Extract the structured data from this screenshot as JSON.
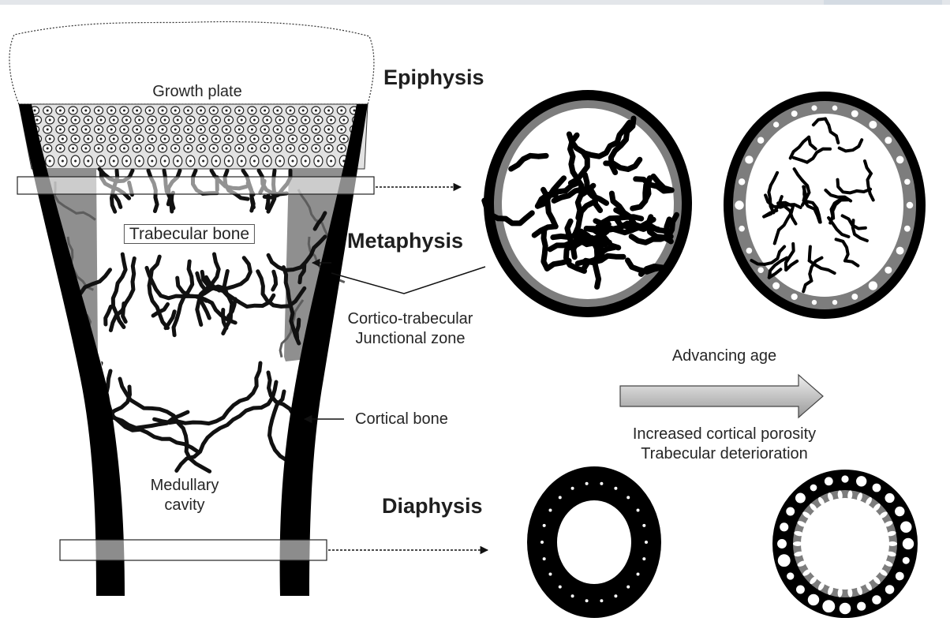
{
  "labels": {
    "growth_plate": "Growth plate",
    "trabecular_bone": "Trabecular bone",
    "medullary_cavity": "Medullary\ncavity",
    "epiphysis": "Epiphysis",
    "metaphysis": "Metaphysis",
    "diaphysis": "Diaphysis",
    "junctional_zone": "Cortico-trabecular\nJunctional zone",
    "cortical_bone": "Cortical bone",
    "advancing_age": "Advancing age",
    "age_effects": "Increased cortical porosity\nTrabecular deterioration"
  }
}
